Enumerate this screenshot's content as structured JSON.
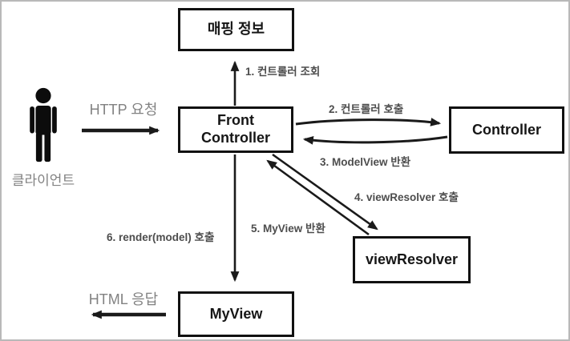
{
  "diagram": {
    "title_hint": "Spring MVC front controller flow diagram",
    "boxes": {
      "mapping_info": {
        "label": "매핑 정보"
      },
      "front_controller": {
        "lines": [
          "Front",
          "Controller"
        ]
      },
      "controller": {
        "label": "Controller"
      },
      "view_resolver": {
        "label": "viewResolver"
      },
      "my_view": {
        "label": "MyView"
      }
    },
    "actor": {
      "label": "클라이언트"
    },
    "edges": {
      "http_request": {
        "label": "HTTP 요청"
      },
      "step1": {
        "label": "1. 컨트롤러 조회"
      },
      "step2": {
        "label": "2. 컨트롤러 호출"
      },
      "step3": {
        "label": "3. ModelView 반환"
      },
      "step4": {
        "label": "4. viewResolver 호출"
      },
      "step5": {
        "label": "5. MyView 반환"
      },
      "step6": {
        "label": "6. render(model) 호출"
      },
      "html_response": {
        "label": "HTML 응답"
      }
    },
    "colors": {
      "box_border": "#111111",
      "arrow": "#1a1a1a",
      "step_label": "#4d4d4d",
      "io_label": "#828282",
      "frame_border": "#b9b9b9"
    }
  }
}
